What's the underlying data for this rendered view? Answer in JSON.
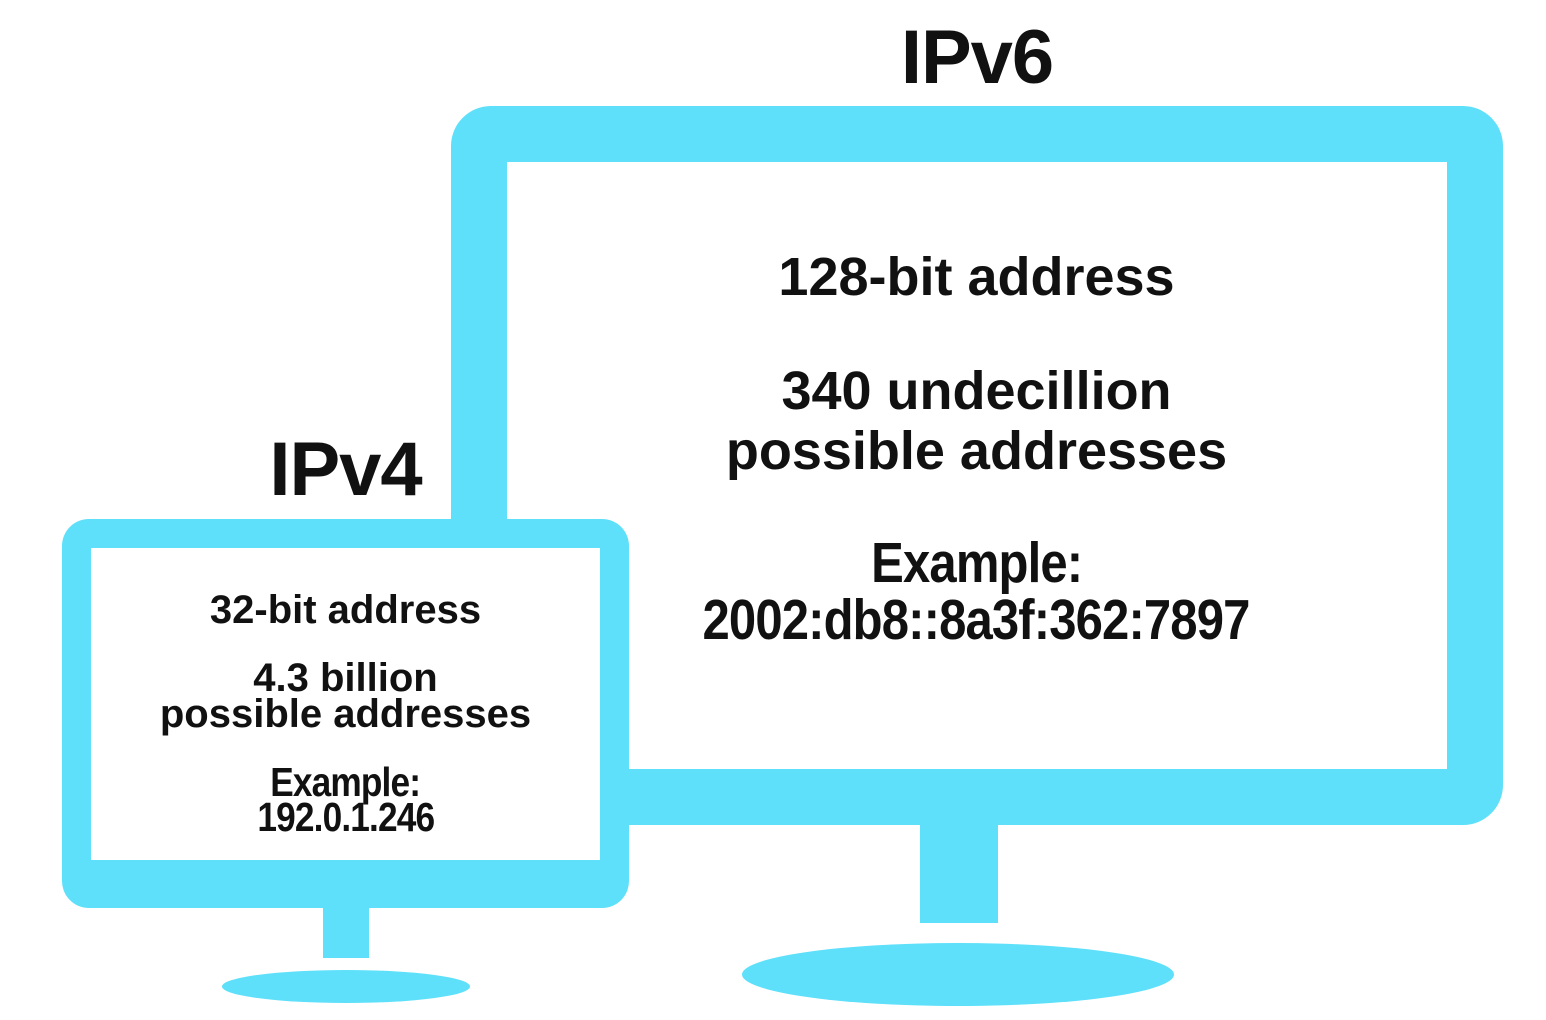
{
  "colors": {
    "monitor": "#5EE0FA",
    "text": "#111111",
    "background": "#ffffff"
  },
  "ipv6": {
    "title": "IPv6",
    "bits": "128-bit address",
    "capacity_line1": "340 undecillion",
    "capacity_line2": "possible addresses",
    "example_label": "Example:",
    "example_value": "2002:db8::8a3f:362:7897"
  },
  "ipv4": {
    "title": "IPv4",
    "bits": "32-bit address",
    "capacity_line1": "4.3 billion",
    "capacity_line2": "possible addresses",
    "example_label": "Example:",
    "example_value": "192.0.1.246"
  }
}
